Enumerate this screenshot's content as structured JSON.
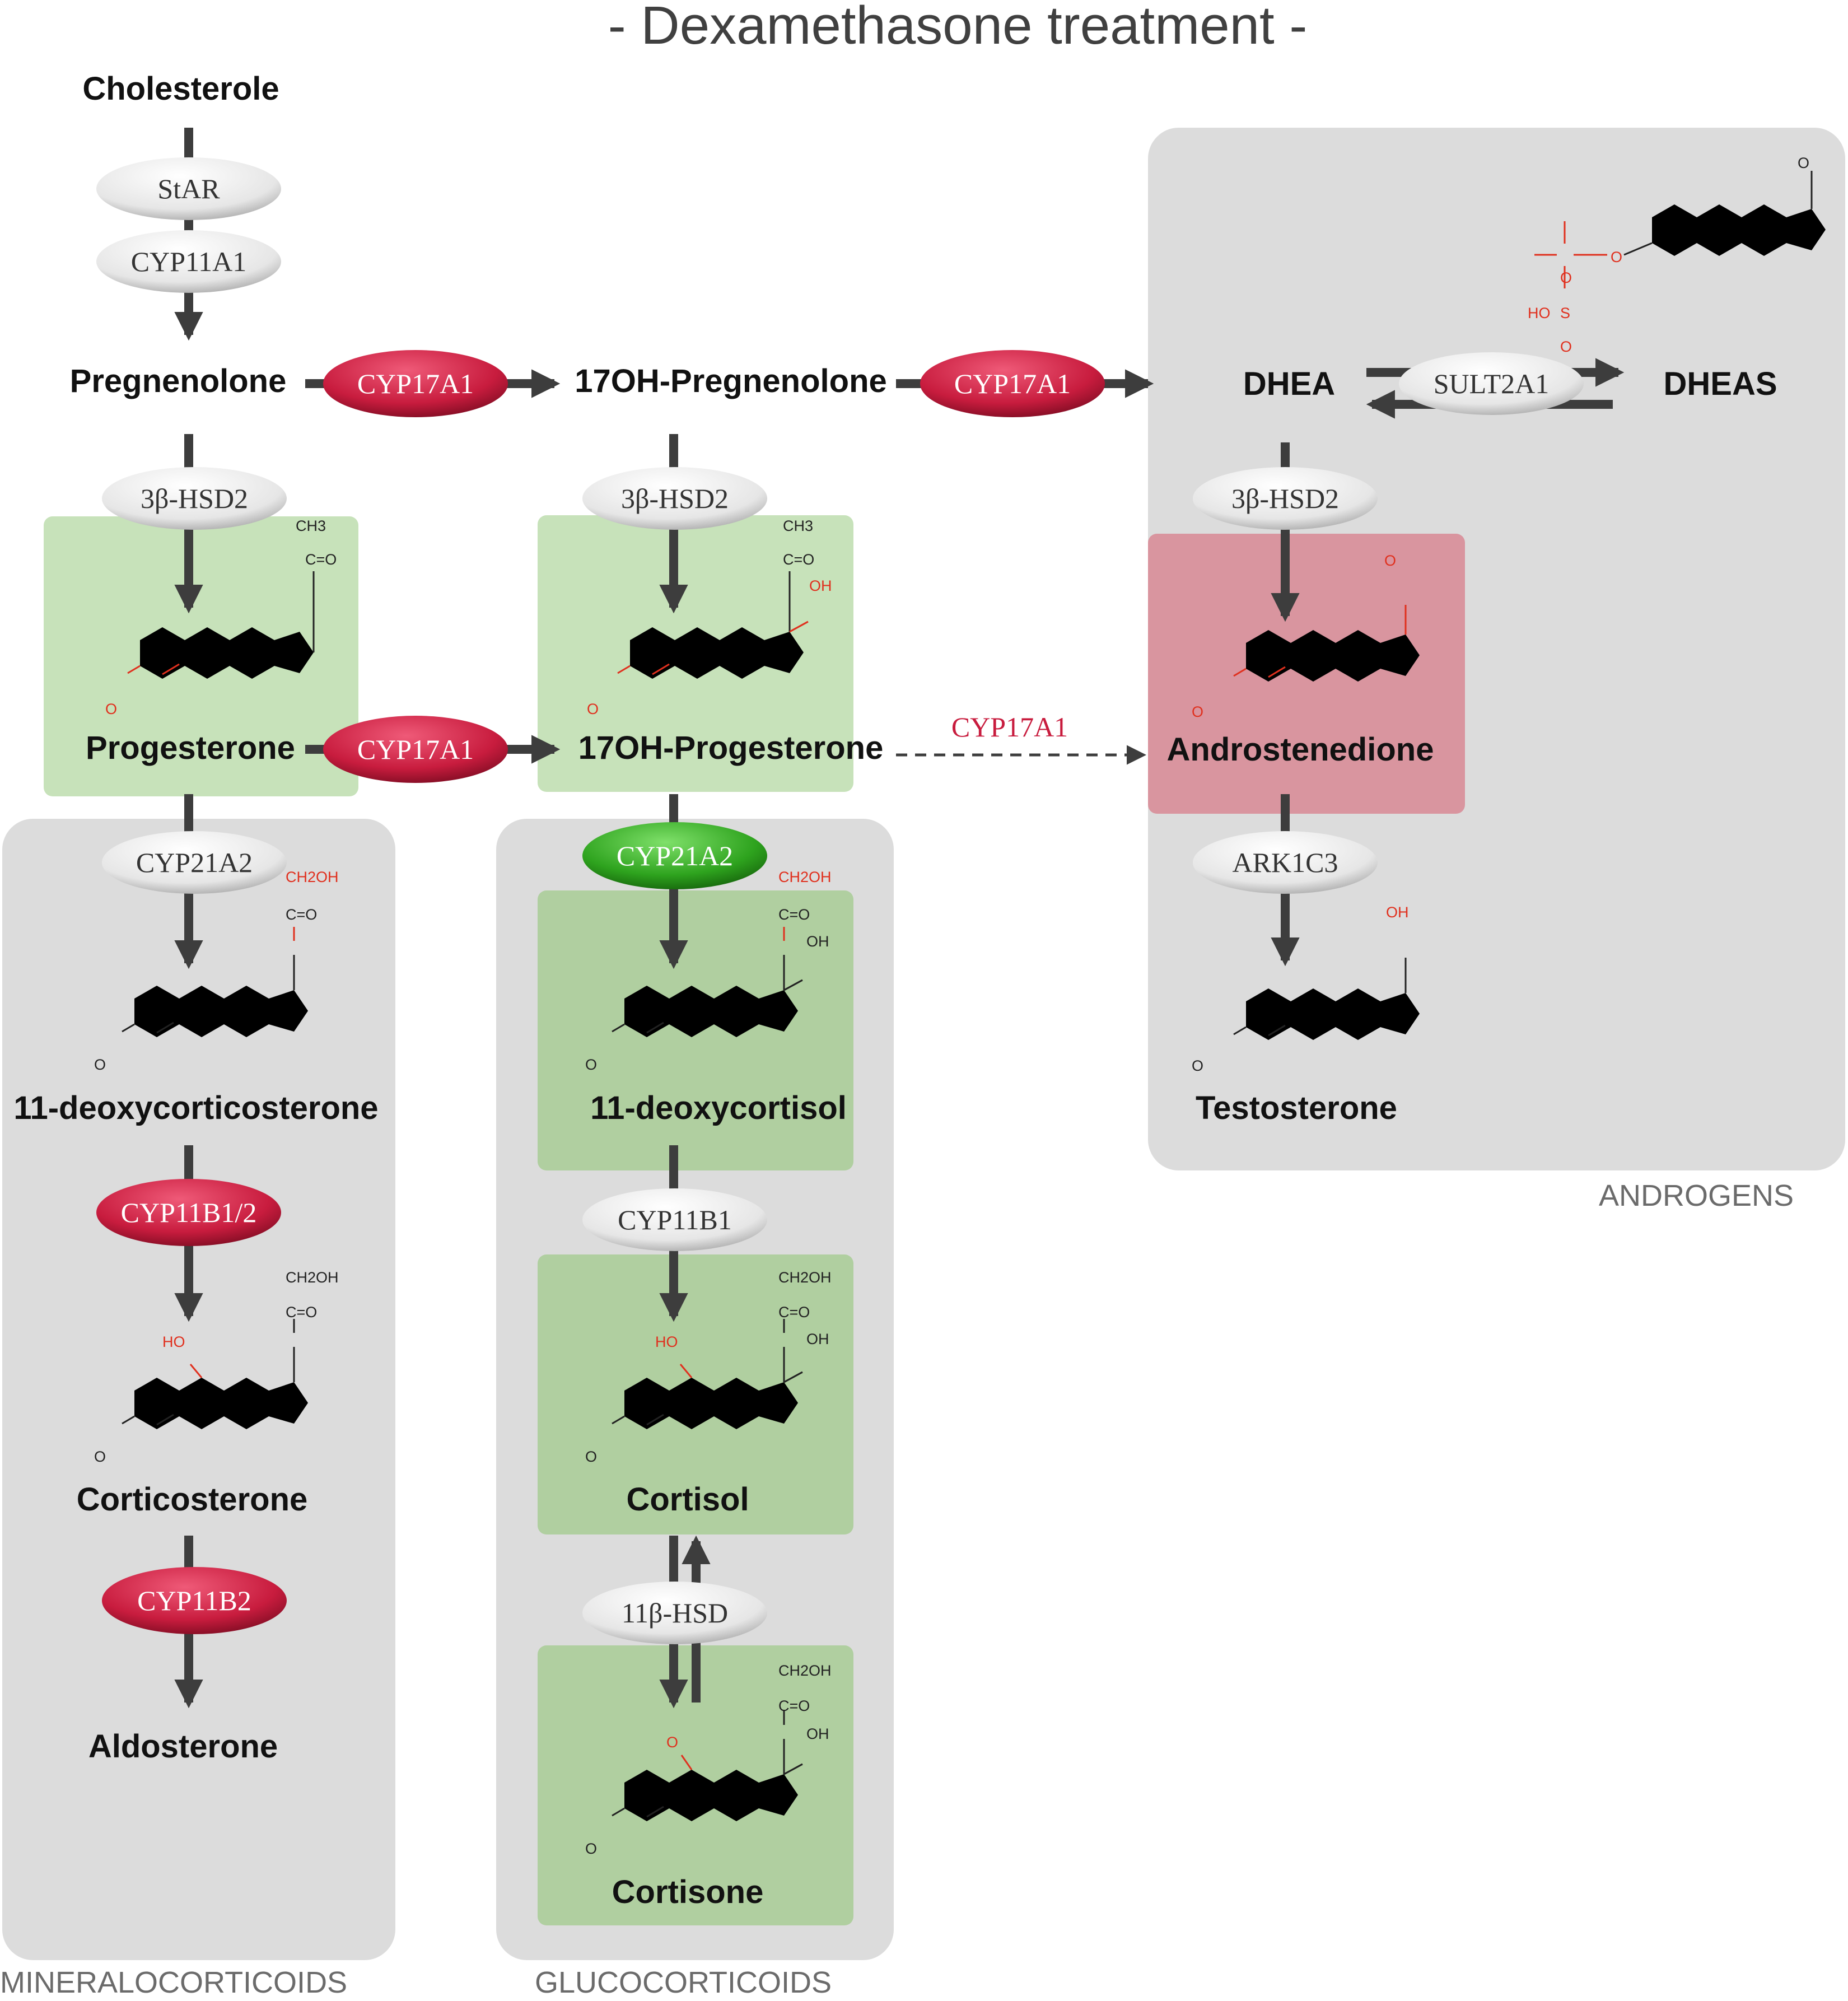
{
  "title": "- Dexamethasone treatment -",
  "colors": {
    "group_bg": "#dcdcdc",
    "highlight_green": "#b0cfa0",
    "highlight_green_light": "#c7e2ba",
    "highlight_red": "#d9959f",
    "enzyme_grey": "#e8e8e8",
    "enzyme_red": "#c81c3e",
    "enzyme_green": "#2ea31e",
    "arrow": "#3d3d3d",
    "functional_group": "#e0301e"
  },
  "groups": {
    "mineralocorticoids": "MINERALOCORTICOIDS",
    "glucocorticoids": "GLUCOCORTICOIDS",
    "androgens": "ANDROGENS"
  },
  "metabolites": {
    "cholesterol": "Cholesterole",
    "pregnenolone": "Pregnenolone",
    "oh17_pregnenolone": "17OH-Pregnenolone",
    "dhea": "DHEA",
    "dheas": "DHEAS",
    "progesterone": "Progesterone",
    "oh17_progesterone": "17OH-Progesterone",
    "androstenedione": "Androstenedione",
    "deoxycorticosterone": "11-deoxycorticosterone",
    "deoxycortisol": "11-deoxycortisol",
    "testosterone": "Testosterone",
    "corticosterone": "Corticosterone",
    "cortisol": "Cortisol",
    "aldosterone": "Aldosterone",
    "cortisone": "Cortisone"
  },
  "enzymes": {
    "star": {
      "label": "StAR",
      "state": "unchanged"
    },
    "cyp11a1": {
      "label": "CYP11A1",
      "state": "unchanged"
    },
    "cyp17a1_a": {
      "label": "CYP17A1",
      "state": "down"
    },
    "cyp17a1_b": {
      "label": "CYP17A1",
      "state": "down"
    },
    "cyp17a1_c": {
      "label": "CYP17A1",
      "state": "down"
    },
    "cyp17a1_dashed": {
      "label": "CYP17A1",
      "state": "down"
    },
    "sult2a1": {
      "label": "SULT2A1",
      "state": "unchanged"
    },
    "hsd3b2_a": {
      "label": "3β-HSD2",
      "state": "unchanged"
    },
    "hsd3b2_b": {
      "label": "3β-HSD2",
      "state": "unchanged"
    },
    "hsd3b2_c": {
      "label": "3β-HSD2",
      "state": "unchanged"
    },
    "cyp21a2_a": {
      "label": "CYP21A2",
      "state": "unchanged"
    },
    "cyp21a2_b": {
      "label": "CYP21A2",
      "state": "up"
    },
    "akr1c3": {
      "label": "ARK1C3",
      "state": "unchanged"
    },
    "cyp11b12": {
      "label": "CYP11B1/2",
      "state": "down"
    },
    "cyp11b1": {
      "label": "CYP11B1",
      "state": "unchanged"
    },
    "cyp11b2": {
      "label": "CYP11B2",
      "state": "down"
    },
    "hsd11b": {
      "label": "11β-HSD",
      "state": "unchanged"
    }
  },
  "atoms": {
    "ch3": "CH3",
    "co": "C=O",
    "oh": "OH",
    "ch2oh": "CH2OH",
    "ho": "HO",
    "o": "O",
    "s": "S"
  }
}
